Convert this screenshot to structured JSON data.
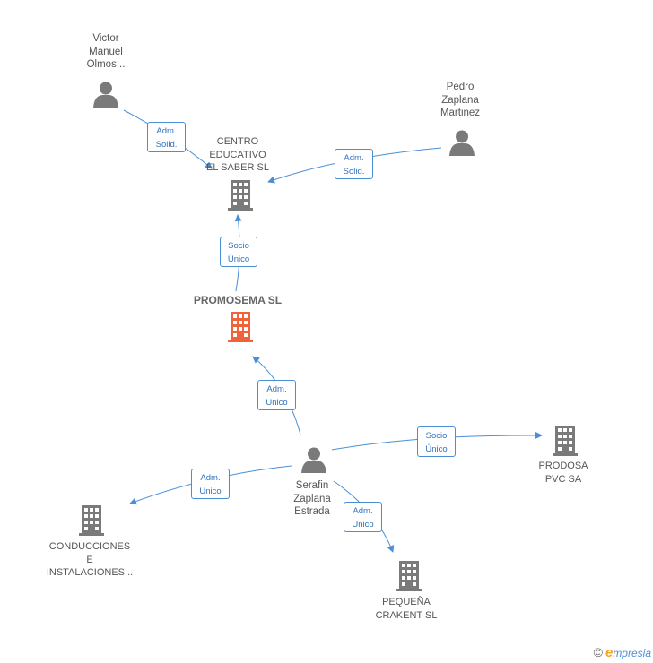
{
  "nodes": {
    "victor": {
      "label": [
        "Victor",
        "Manuel",
        "Olmos..."
      ]
    },
    "pedro": {
      "label": [
        "Pedro",
        "Zaplana",
        "Martinez"
      ]
    },
    "centro": {
      "label": [
        "CENTRO",
        "EDUCATIVO",
        "EL SABER SL"
      ]
    },
    "promosema": {
      "label": [
        "PROMOSEMA SL"
      ]
    },
    "serafin": {
      "label": [
        "Serafin",
        "Zaplana",
        "Estrada"
      ]
    },
    "prodosa": {
      "label": [
        "PRODOSA",
        "PVC SA"
      ]
    },
    "conducciones": {
      "label": [
        "CONDUCCIONES",
        "E",
        "INSTALACIONES..."
      ]
    },
    "pequena": {
      "label": [
        "PEQUEÑA",
        "CRAKENT SL"
      ]
    }
  },
  "relations": {
    "victor_centro": [
      "Adm.",
      "Solid."
    ],
    "pedro_centro": [
      "Adm.",
      "Solid."
    ],
    "promosema_centro": [
      "Socio",
      "Único"
    ],
    "serafin_promosema": [
      "Adm.",
      "Unico"
    ],
    "serafin_prodosa": [
      "Socio",
      "Único"
    ],
    "serafin_conducciones": [
      "Adm.",
      "Unico"
    ],
    "serafin_pequena": [
      "Adm.",
      "Unico"
    ]
  },
  "colors": {
    "edge": "#4a8fd6",
    "node_gray": "#7a7a7a",
    "node_focus": "#f0623a"
  },
  "footer": {
    "copyright": "©",
    "brand_initial": "e",
    "brand_rest": "mpresia"
  }
}
